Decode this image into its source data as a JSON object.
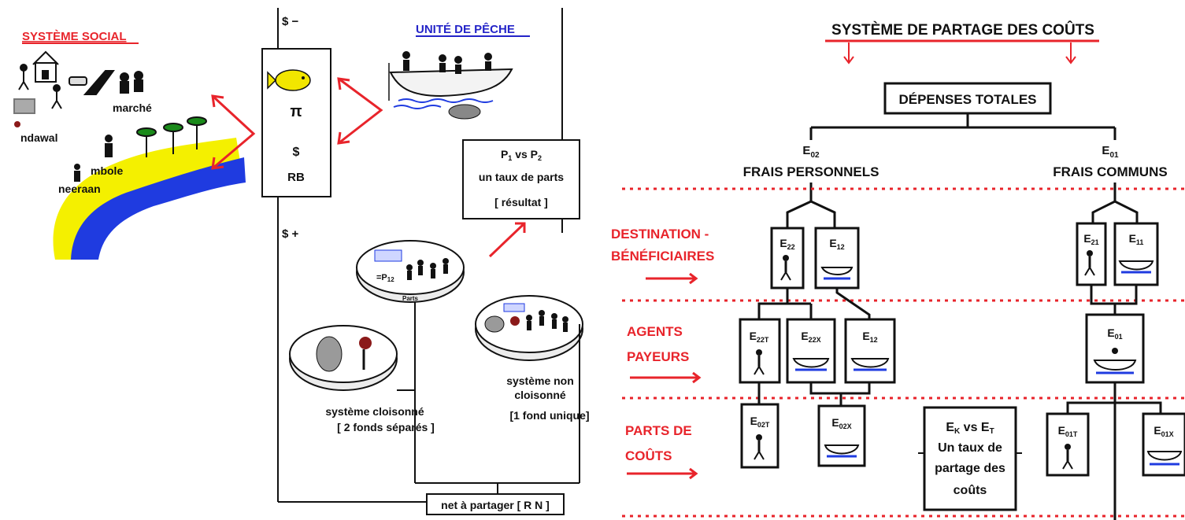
{
  "colors": {
    "accent_red": "#e8242b",
    "water_blue": "#1f3be0",
    "sand_yellow": "#f4f000",
    "ink": "#111111"
  },
  "left": {
    "systeme_social": "SYSTÈME SOCIAL",
    "marche": "marché",
    "ndawal": "ndawal",
    "mbole": "mbole",
    "neeraan": "neeraan",
    "unite_peche": "UNITÉ DE PÊCHE",
    "dollar_minus": "$ −",
    "dollar_plus": "$ +",
    "pi": "π",
    "dollar": "$",
    "rb": "RB",
    "p_vs": "P",
    "p1": "1",
    "vs": " vs P",
    "p2": "2",
    "taux_parts": "un taux de parts",
    "resultat": "[ résultat ]",
    "dish_top_label": "Parts",
    "dish_top_sub": "=P",
    "dish_top_sub2": "12",
    "cloisonne": "système cloisonné",
    "deux_fonds": "[ 2 fonds séparés ]",
    "non_cloisonne_1": "système non",
    "non_cloisonne_2": "cloisonné",
    "fond_unique": "[1 fond unique]",
    "net_partager": "net à partager [ R N ]"
  },
  "right": {
    "title": "SYSTÈME DE PARTAGE DES COÛTS",
    "depenses": "DÉPENSES TOTALES",
    "e02": "E02",
    "frais_personnels": "FRAIS PERSONNELS",
    "e01": "E01",
    "frais_communs": "FRAIS COMMUNS",
    "destination_1": "DESTINATION -",
    "destination_2": "BÉNÉFICIAIRES",
    "agents_1": "AGENTS",
    "agents_2": "PAYEURS",
    "parts_1": "PARTS DE",
    "parts_2": "COÛTS",
    "e22": "E22",
    "e12a": "E12",
    "e21": "E21",
    "e11": "E11",
    "e22t": "E22T",
    "e22x": "E22X",
    "e12b": "E12",
    "e01b": "E01",
    "e02t": "E02T",
    "e02x": "E02X",
    "e01t": "E01T",
    "e01x": "E01X",
    "ek_vs_et": "EK vs ET",
    "un_taux": "Un taux de",
    "partage_des": "partage des",
    "couts": "coûts"
  }
}
